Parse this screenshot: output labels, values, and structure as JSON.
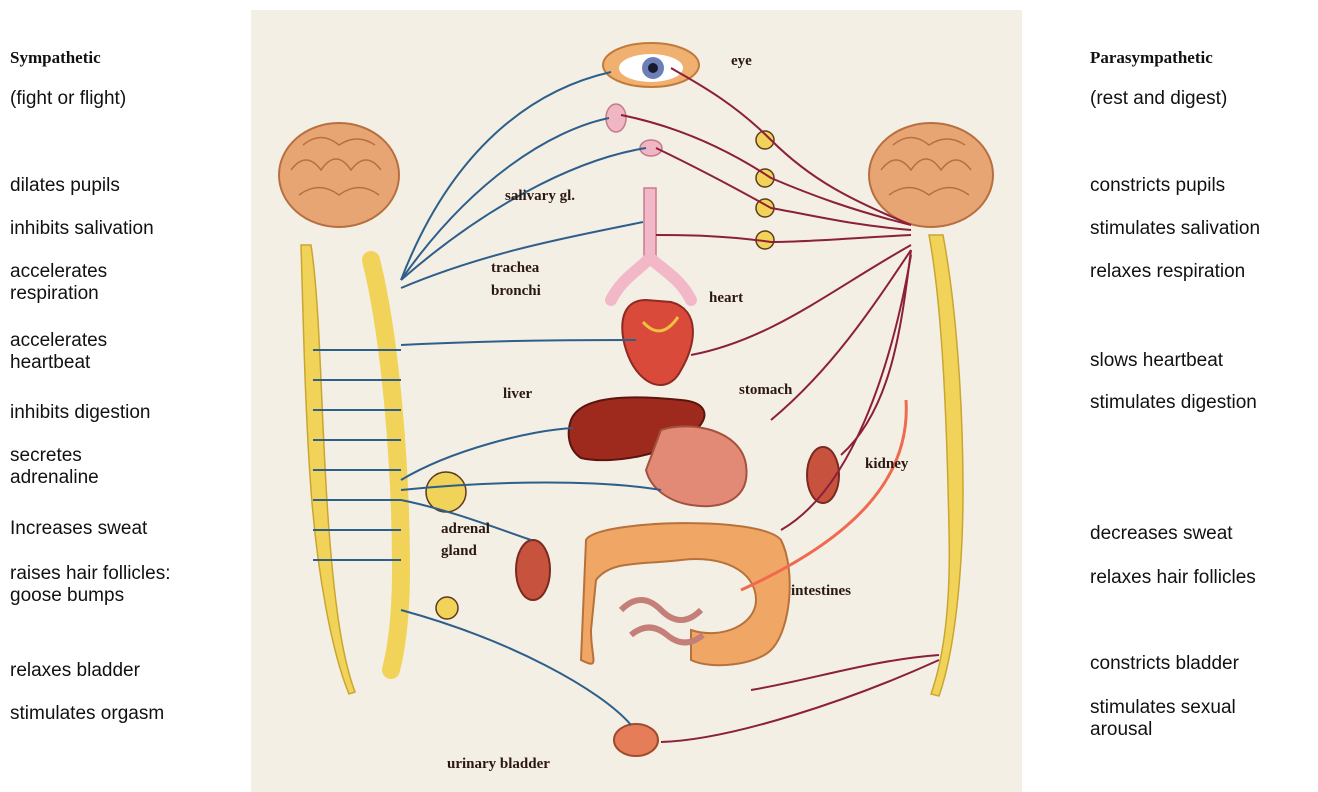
{
  "sympathetic": {
    "title": "Sympathetic",
    "subtitle": "(fight or flight)",
    "effects": [
      "dilates pupils",
      "inhibits salivation",
      "accelerates respiration",
      "accelerates heartbeat",
      "inhibits digestion",
      "secretes adrenaline",
      "Increases sweat",
      "raises hair follicles: goose bumps",
      "relaxes bladder",
      "stimulates orgasm"
    ]
  },
  "parasympathetic": {
    "title": "Parasympathetic",
    "subtitle": "(rest and digest)",
    "effects": [
      "constricts pupils",
      "stimulates salivation",
      "relaxes respiration",
      "slows heartbeat",
      "stimulates digestion",
      "decreases sweat",
      "relaxes hair follicles",
      "constricts bladder",
      "stimulates sexual arousal"
    ]
  },
  "diagram": {
    "labels": {
      "eye": "eye",
      "salivary": "salivary gl.",
      "trachea": "trachea",
      "bronchi": "bronchi",
      "heart": "heart",
      "liver": "liver",
      "stomach": "stomach",
      "kidney": "kidney",
      "adrenal": "adrenal",
      "gland": "gland",
      "intestines": "intestines",
      "bladder": "urinary bladder"
    },
    "colors": {
      "sympathetic_nerve": "#2e5f8a",
      "parasympathetic_nerve": "#8c1f3a",
      "spinal_cord": "#f2d35a",
      "brain": "#e8a574",
      "background": "#f3efe5"
    }
  }
}
